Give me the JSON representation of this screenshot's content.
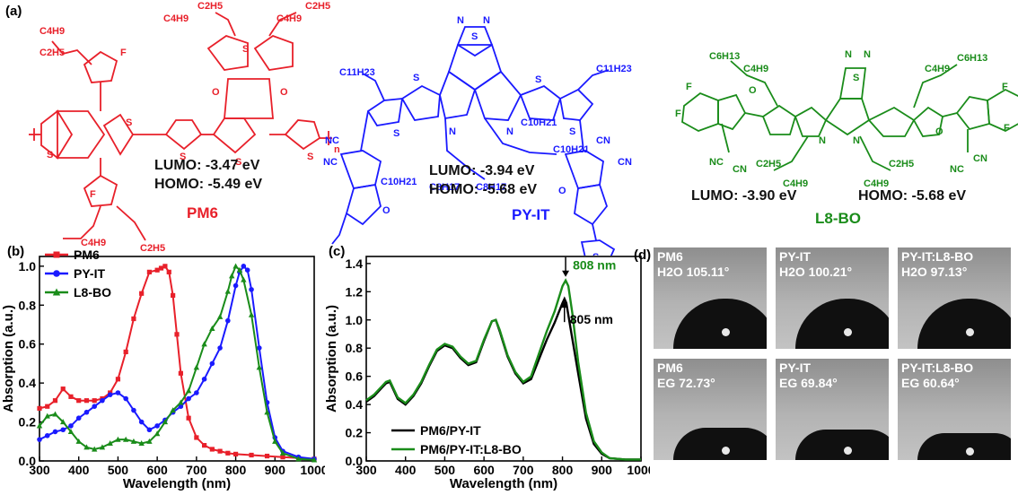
{
  "panel_labels": {
    "a": "(a)",
    "b": "(b)",
    "c": "(c)",
    "d": "(d)"
  },
  "molecules": [
    {
      "name": "PM6",
      "color": "#e8202a",
      "lumo": "LUMO:  -3.47 eV",
      "homo": "HOMO:  -5.49 eV"
    },
    {
      "name": "PY-IT",
      "color": "#1a1aff",
      "lumo": "LUMO:  -3.94 eV",
      "homo": "HOMO:  -5.68 eV"
    },
    {
      "name": "L8-BO",
      "color": "#1a8c1a",
      "lumo": "LUMO:  -3.90 eV",
      "homo": "HOMO:  -5.68 eV"
    }
  ],
  "structure_text": {
    "c4h9": "C4H9",
    "c2h5": "C2H5",
    "f": "F",
    "s": "S",
    "o": "O",
    "n": "N",
    "cn": "CN",
    "nc": "NC",
    "c11h23": "C11H23",
    "c10h21": "C10H21",
    "c8h17": "C8H17",
    "c6h13": "C6H13",
    "sub_n": "n"
  },
  "chart_data": [
    {
      "type": "line",
      "panel": "(b)",
      "xlabel": "Wavelength (nm)",
      "ylabel": "Absorption (a.u.)",
      "xlim": [
        300,
        1000
      ],
      "ylim": [
        0.0,
        1.05
      ],
      "xticks": [
        "300",
        "400",
        "500",
        "600",
        "700",
        "800",
        "900",
        "1000"
      ],
      "yticks": [
        "0.0",
        "0.2",
        "0.4",
        "0.6",
        "0.8",
        "1.0"
      ],
      "legend": "top-left",
      "series": [
        {
          "name": "PM6",
          "color": "#e8202a",
          "marker": "square",
          "x": [
            300,
            320,
            340,
            360,
            380,
            400,
            420,
            440,
            460,
            480,
            500,
            520,
            540,
            560,
            580,
            600,
            610,
            620,
            630,
            640,
            650,
            660,
            680,
            700,
            720,
            740,
            760,
            780,
            800,
            840,
            880,
            920,
            960,
            1000
          ],
          "y": [
            0.27,
            0.28,
            0.31,
            0.37,
            0.33,
            0.31,
            0.31,
            0.31,
            0.32,
            0.35,
            0.42,
            0.56,
            0.73,
            0.86,
            0.97,
            0.98,
            0.99,
            1.0,
            0.97,
            0.85,
            0.65,
            0.45,
            0.22,
            0.12,
            0.08,
            0.06,
            0.05,
            0.04,
            0.035,
            0.03,
            0.025,
            0.02,
            0.015,
            0.01
          ]
        },
        {
          "name": "PY-IT",
          "color": "#1a1aff",
          "marker": "circle",
          "x": [
            300,
            320,
            340,
            360,
            380,
            400,
            420,
            440,
            460,
            480,
            500,
            520,
            540,
            560,
            580,
            600,
            620,
            640,
            660,
            680,
            700,
            720,
            740,
            760,
            780,
            800,
            810,
            820,
            830,
            840,
            860,
            880,
            900,
            920,
            960,
            1000
          ],
          "y": [
            0.11,
            0.13,
            0.15,
            0.16,
            0.18,
            0.22,
            0.25,
            0.28,
            0.31,
            0.34,
            0.35,
            0.32,
            0.26,
            0.2,
            0.16,
            0.18,
            0.21,
            0.25,
            0.28,
            0.32,
            0.35,
            0.42,
            0.5,
            0.58,
            0.72,
            0.9,
            0.97,
            1.0,
            0.98,
            0.88,
            0.58,
            0.3,
            0.12,
            0.05,
            0.02,
            0.01
          ]
        },
        {
          "name": "L8-BO",
          "color": "#1a8c1a",
          "marker": "triangle",
          "x": [
            300,
            320,
            340,
            360,
            380,
            400,
            420,
            440,
            460,
            480,
            500,
            520,
            540,
            560,
            580,
            600,
            620,
            640,
            660,
            680,
            700,
            720,
            740,
            760,
            780,
            790,
            800,
            810,
            820,
            840,
            860,
            880,
            900,
            920,
            960,
            1000
          ],
          "y": [
            0.18,
            0.23,
            0.24,
            0.2,
            0.15,
            0.1,
            0.07,
            0.06,
            0.07,
            0.09,
            0.11,
            0.11,
            0.1,
            0.09,
            0.1,
            0.14,
            0.2,
            0.26,
            0.3,
            0.36,
            0.48,
            0.6,
            0.68,
            0.74,
            0.87,
            0.95,
            1.0,
            0.98,
            0.93,
            0.75,
            0.48,
            0.25,
            0.1,
            0.04,
            0.01,
            0.005
          ]
        }
      ]
    },
    {
      "type": "line",
      "panel": "(c)",
      "xlabel": "Wavelength (nm)",
      "ylabel": "Absorption (a.u.)",
      "xlim": [
        300,
        1000
      ],
      "ylim": [
        0.0,
        1.45
      ],
      "xticks": [
        "300",
        "400",
        "500",
        "600",
        "700",
        "800",
        "900",
        "1000"
      ],
      "yticks": [
        "0.0",
        "0.2",
        "0.4",
        "0.6",
        "0.8",
        "1.0",
        "1.2",
        "1.4"
      ],
      "legend": "bottom-left",
      "annotations": [
        {
          "text": "808 nm",
          "color": "#1a8c1a",
          "x": 808,
          "y": 1.28
        },
        {
          "text": "805 nm",
          "color": "#000000",
          "x": 805,
          "y": 1.15
        }
      ],
      "series": [
        {
          "name": "PM6/PY-IT",
          "color": "#000000",
          "x": [
            300,
            320,
            340,
            350,
            360,
            380,
            400,
            420,
            440,
            460,
            480,
            500,
            520,
            540,
            560,
            580,
            600,
            620,
            630,
            640,
            660,
            680,
            700,
            720,
            740,
            760,
            780,
            800,
            805,
            810,
            820,
            840,
            860,
            880,
            900,
            920,
            960,
            1000
          ],
          "y": [
            0.42,
            0.46,
            0.52,
            0.55,
            0.56,
            0.44,
            0.4,
            0.46,
            0.55,
            0.67,
            0.78,
            0.82,
            0.8,
            0.73,
            0.68,
            0.7,
            0.85,
            0.99,
            1.0,
            0.92,
            0.74,
            0.62,
            0.55,
            0.58,
            0.72,
            0.86,
            0.98,
            1.12,
            1.15,
            1.12,
            0.95,
            0.62,
            0.3,
            0.12,
            0.05,
            0.02,
            0.01,
            0.01
          ]
        },
        {
          "name": "PM6/PY-IT:L8-BO",
          "color": "#1a8c1a",
          "x": [
            300,
            320,
            340,
            350,
            360,
            380,
            400,
            420,
            440,
            460,
            480,
            500,
            520,
            540,
            560,
            580,
            600,
            620,
            630,
            640,
            660,
            680,
            700,
            720,
            740,
            760,
            780,
            800,
            808,
            815,
            825,
            840,
            860,
            880,
            900,
            920,
            960,
            1000
          ],
          "y": [
            0.43,
            0.47,
            0.53,
            0.56,
            0.57,
            0.45,
            0.41,
            0.47,
            0.56,
            0.68,
            0.79,
            0.83,
            0.81,
            0.74,
            0.69,
            0.71,
            0.86,
            0.99,
            1.0,
            0.93,
            0.75,
            0.63,
            0.56,
            0.6,
            0.76,
            0.92,
            1.06,
            1.24,
            1.28,
            1.24,
            1.05,
            0.7,
            0.34,
            0.14,
            0.06,
            0.02,
            0.01,
            0.01
          ]
        }
      ]
    }
  ],
  "contact_angles": [
    {
      "material": "PM6",
      "value": "H2O 105.11°"
    },
    {
      "material": "PY-IT",
      "value": "H2O 100.21°"
    },
    {
      "material": "PY-IT:L8-BO",
      "value": "H2O 97.13°"
    },
    {
      "material": "PM6",
      "value": "EG 72.73°"
    },
    {
      "material": "PY-IT",
      "value": "EG 69.84°"
    },
    {
      "material": "PY-IT:L8-BO",
      "value": "EG 60.64°"
    }
  ]
}
